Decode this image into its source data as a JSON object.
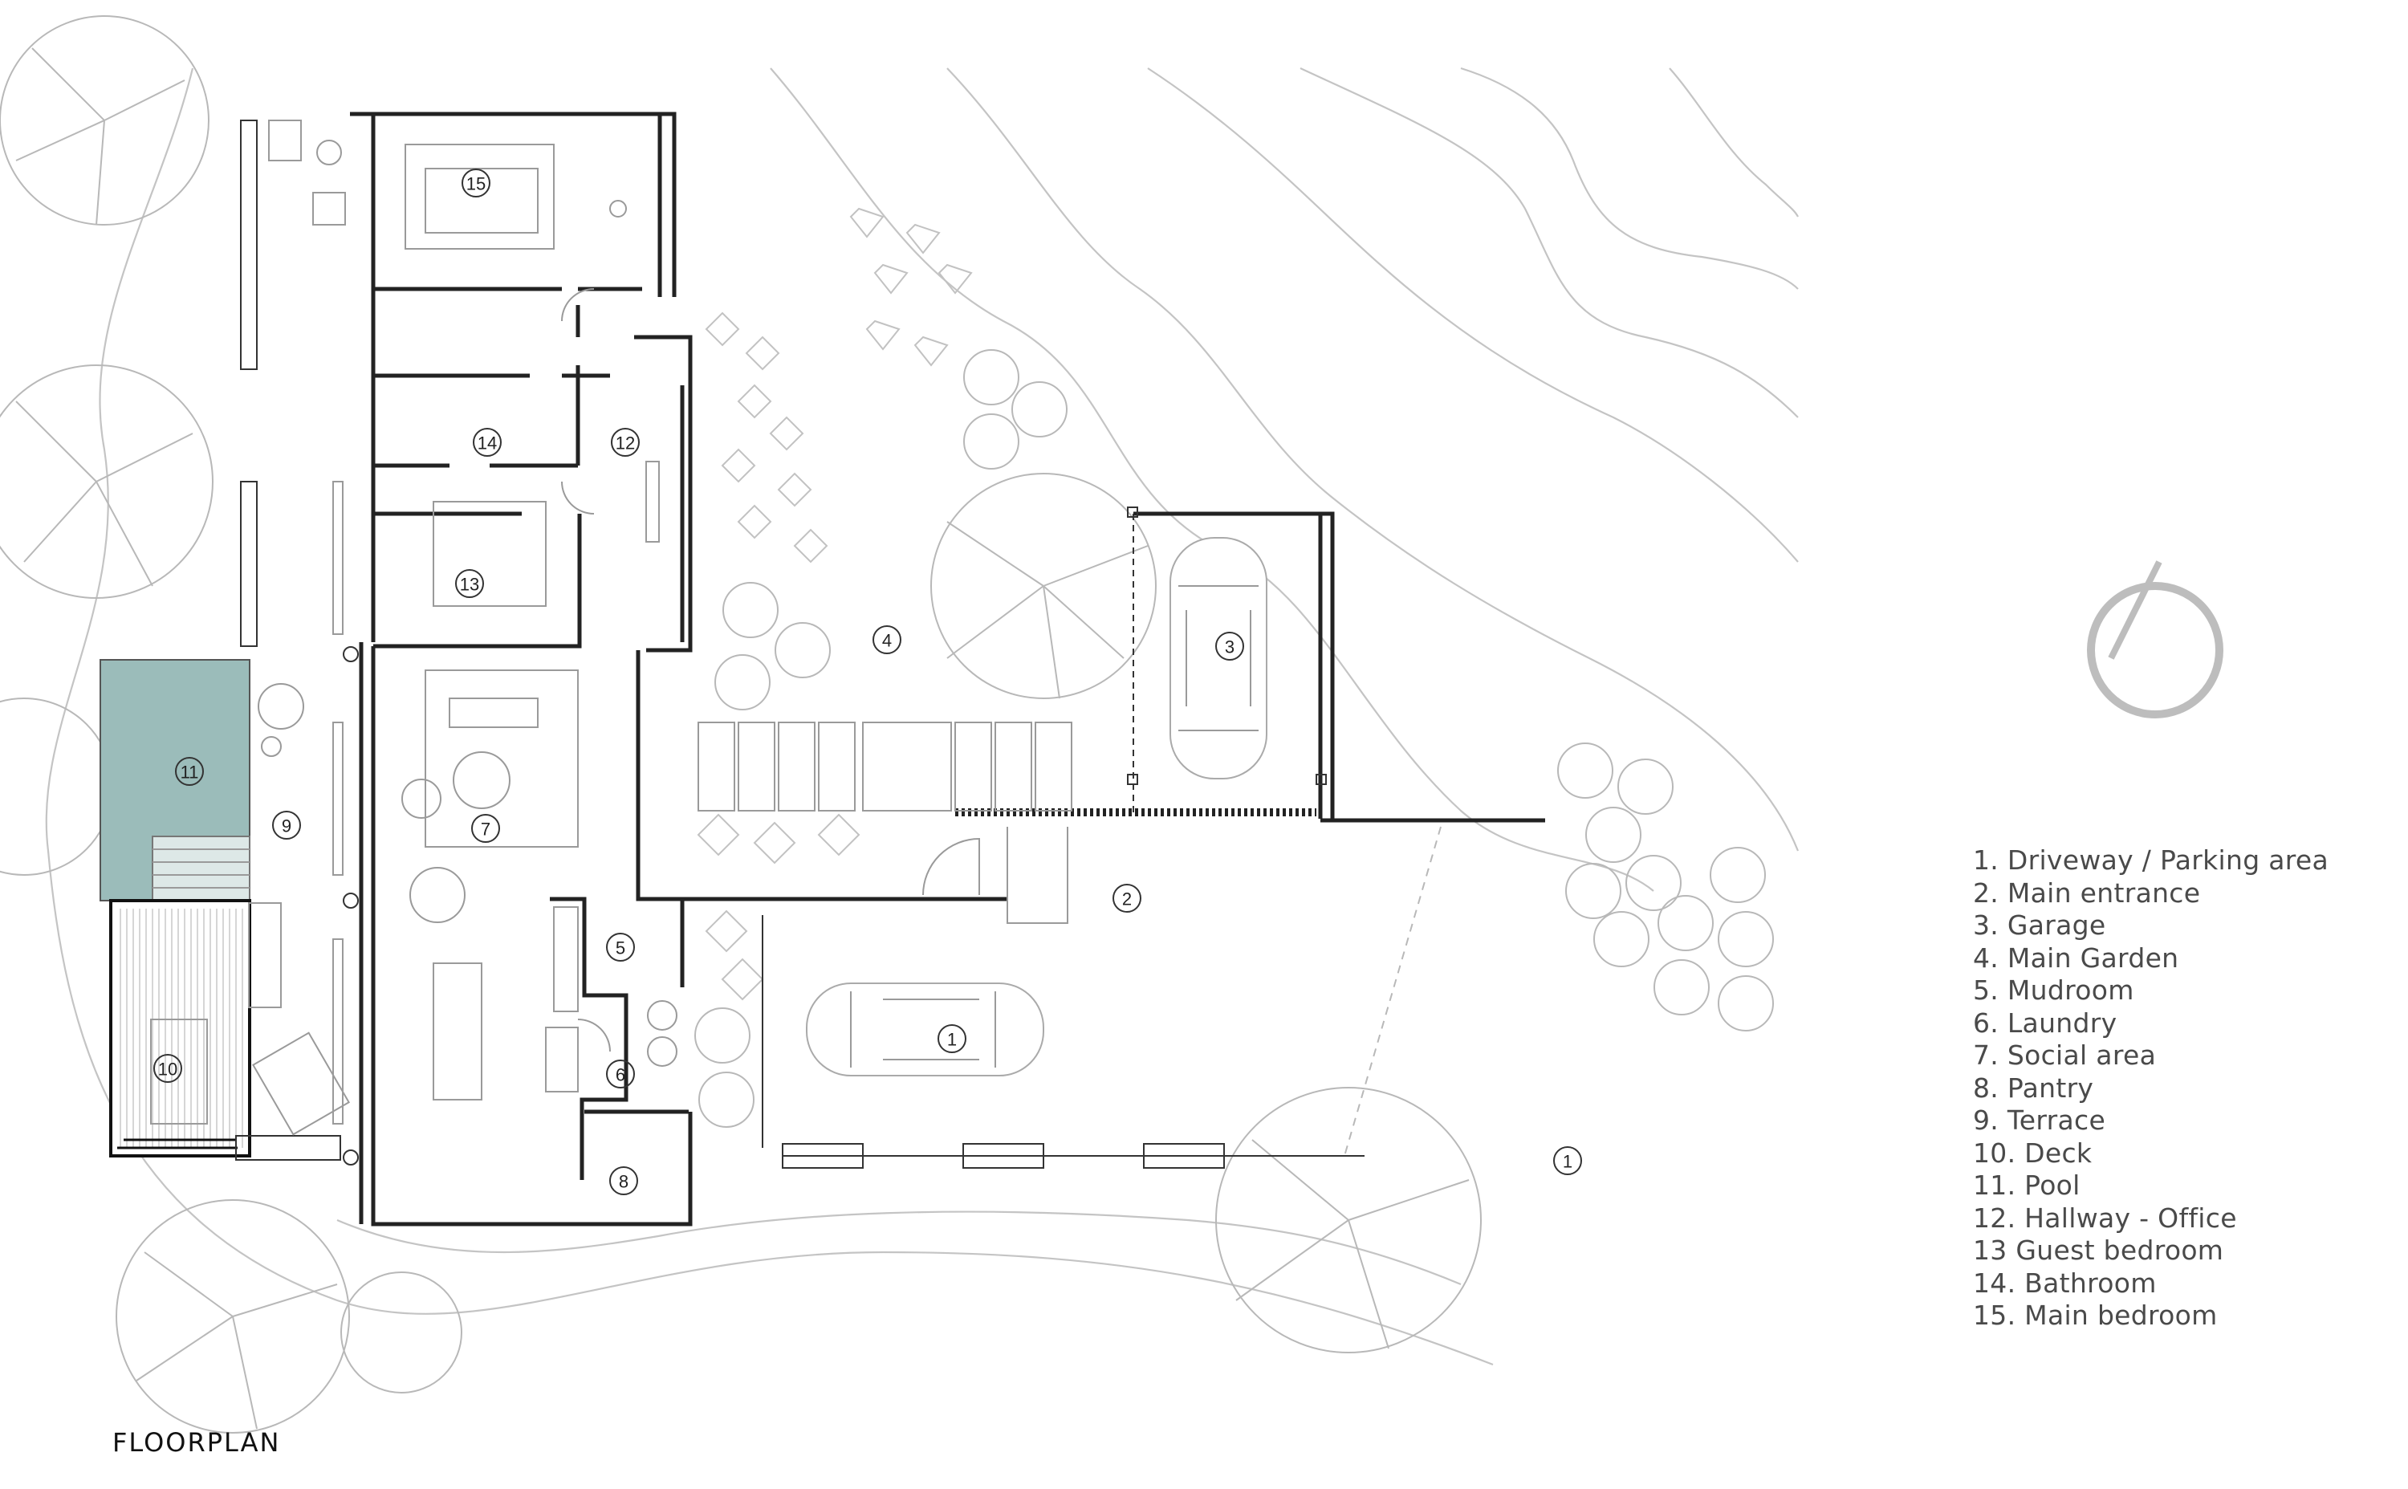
{
  "title": "FLOORPLAN",
  "legend": [
    "1. Driveway / Parking area",
    "2. Main entrance",
    "3. Garage",
    "4. Main Garden",
    "5. Mudroom",
    "6. Laundry",
    "7. Social area",
    "8. Pantry",
    "9. Terrace",
    "10. Deck",
    "11. Pool",
    "12. Hallway - Office",
    "13 Guest bedroom",
    "14. Bathroom",
    "15. Main bedroom"
  ],
  "room_markers": {
    "m15": "15",
    "m14": "14",
    "m12": "12",
    "m13": "13",
    "m11": "11",
    "m9": "9",
    "m7": "7",
    "m10": "10",
    "m5": "5",
    "m6": "6",
    "m8": "8",
    "m4": "4",
    "m3": "3",
    "m2": "2",
    "m1a": "1",
    "m1b": "1"
  },
  "colors": {
    "pool": "#9bbcba",
    "wall": "#222222",
    "landscape": "#c4c4c4"
  },
  "icons": {
    "north_arrow": "north-arrow-icon"
  }
}
